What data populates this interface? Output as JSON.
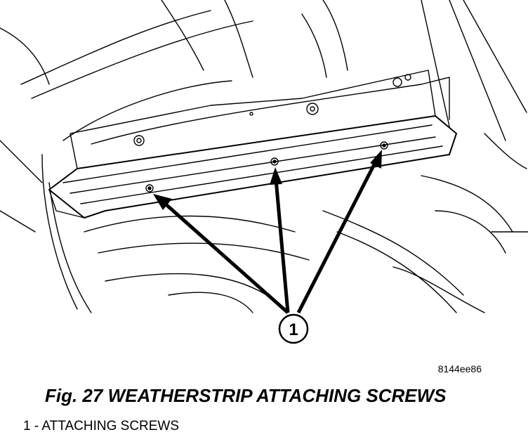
{
  "figure": {
    "id_code": "8144ee86",
    "caption": "Fig. 27 WEATHERSTRIP ATTACHING SCREWS",
    "callout_number": "1",
    "legend": [
      {
        "text": "1 - ATTACHING SCREWS"
      }
    ]
  }
}
